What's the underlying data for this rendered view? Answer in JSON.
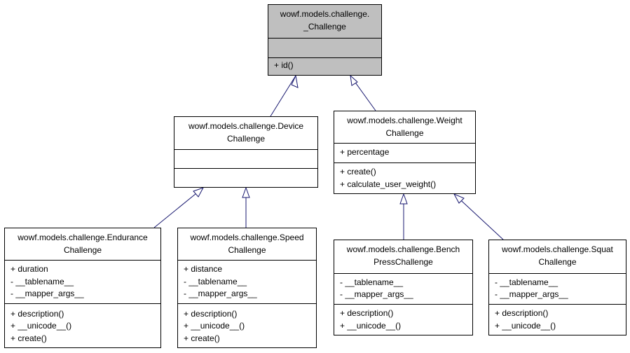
{
  "classes": [
    {
      "id": "root",
      "title": [
        "wowf.models.challenge.",
        "_Challenge"
      ],
      "attributes": [],
      "methods": [
        "+ id()"
      ]
    },
    {
      "id": "device",
      "title": [
        "wowf.models.challenge.Device",
        "Challenge"
      ],
      "attributes": [],
      "methods": []
    },
    {
      "id": "weight",
      "title": [
        "wowf.models.challenge.Weight",
        "Challenge"
      ],
      "attributes": [
        "+ percentage"
      ],
      "methods": [
        "+ create()",
        "+ calculate_user_weight()"
      ]
    },
    {
      "id": "endurance",
      "title": [
        "wowf.models.challenge.Endurance",
        "Challenge"
      ],
      "attributes": [
        "+ duration",
        "- __tablename__",
        "- __mapper_args__"
      ],
      "methods": [
        "+ description()",
        "+ __unicode__()",
        "+ create()"
      ]
    },
    {
      "id": "speed",
      "title": [
        "wowf.models.challenge.Speed",
        "Challenge"
      ],
      "attributes": [
        "+ distance",
        "- __tablename__",
        "- __mapper_args__"
      ],
      "methods": [
        "+ description()",
        "+ __unicode__()",
        "+ create()"
      ]
    },
    {
      "id": "bench",
      "title": [
        "wowf.models.challenge.Bench",
        "PressChallenge"
      ],
      "attributes": [
        "- __tablename__",
        "- __mapper_args__"
      ],
      "methods": [
        "+ description()",
        "+ __unicode__()"
      ]
    },
    {
      "id": "squat",
      "title": [
        "wowf.models.challenge.Squat",
        "Challenge"
      ],
      "attributes": [
        "- __tablename__",
        "- __mapper_args__"
      ],
      "methods": [
        "+ description()",
        "+ __unicode__()"
      ]
    }
  ],
  "inheritance": [
    {
      "child": "device",
      "parent": "root"
    },
    {
      "child": "weight",
      "parent": "root"
    },
    {
      "child": "endurance",
      "parent": "device"
    },
    {
      "child": "speed",
      "parent": "device"
    },
    {
      "child": "bench",
      "parent": "weight"
    },
    {
      "child": "squat",
      "parent": "weight"
    }
  ],
  "colors": {
    "edge": "#191970",
    "root_fill": "#bfbfbf",
    "border": "#000000"
  }
}
